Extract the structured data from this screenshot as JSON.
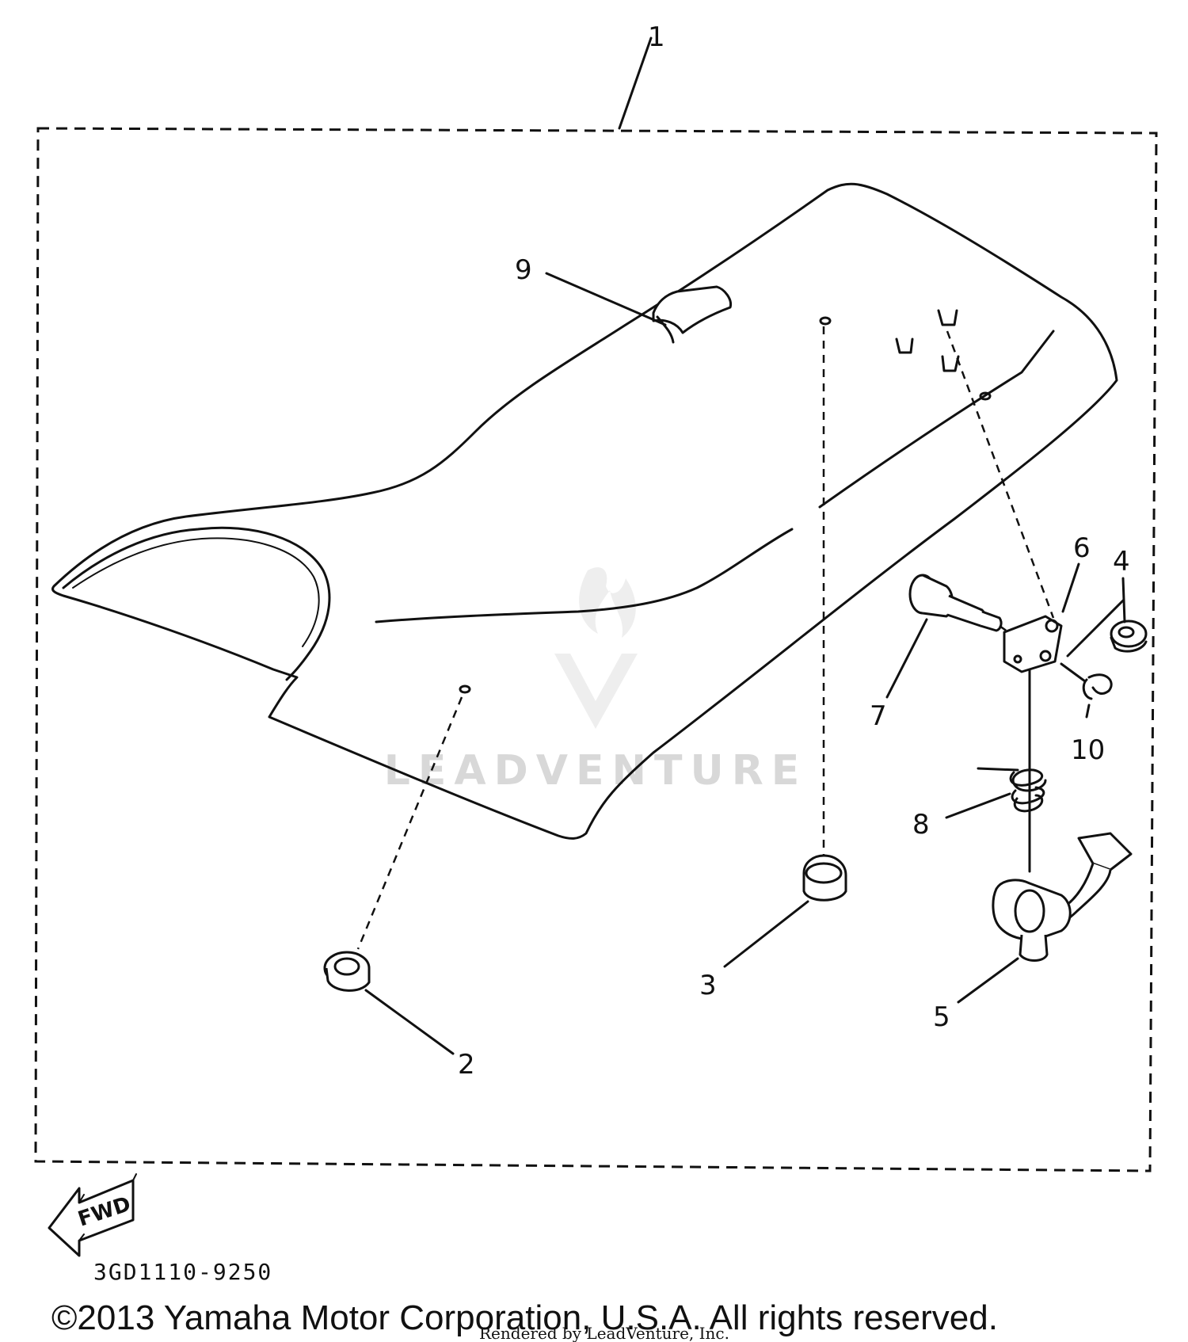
{
  "diagram": {
    "callouts": [
      "1",
      "2",
      "3",
      "4",
      "5",
      "6",
      "7",
      "8",
      "9",
      "10"
    ],
    "part_code": "3GD1110-9250",
    "direction_label": "FWD",
    "copyright": "©2013 Yamaha Motor Corporation, U.S.A. All rights reserved.",
    "rendered_by": "Rendered by LeadVenture, Inc.",
    "watermark": "LEADVENTURE"
  }
}
